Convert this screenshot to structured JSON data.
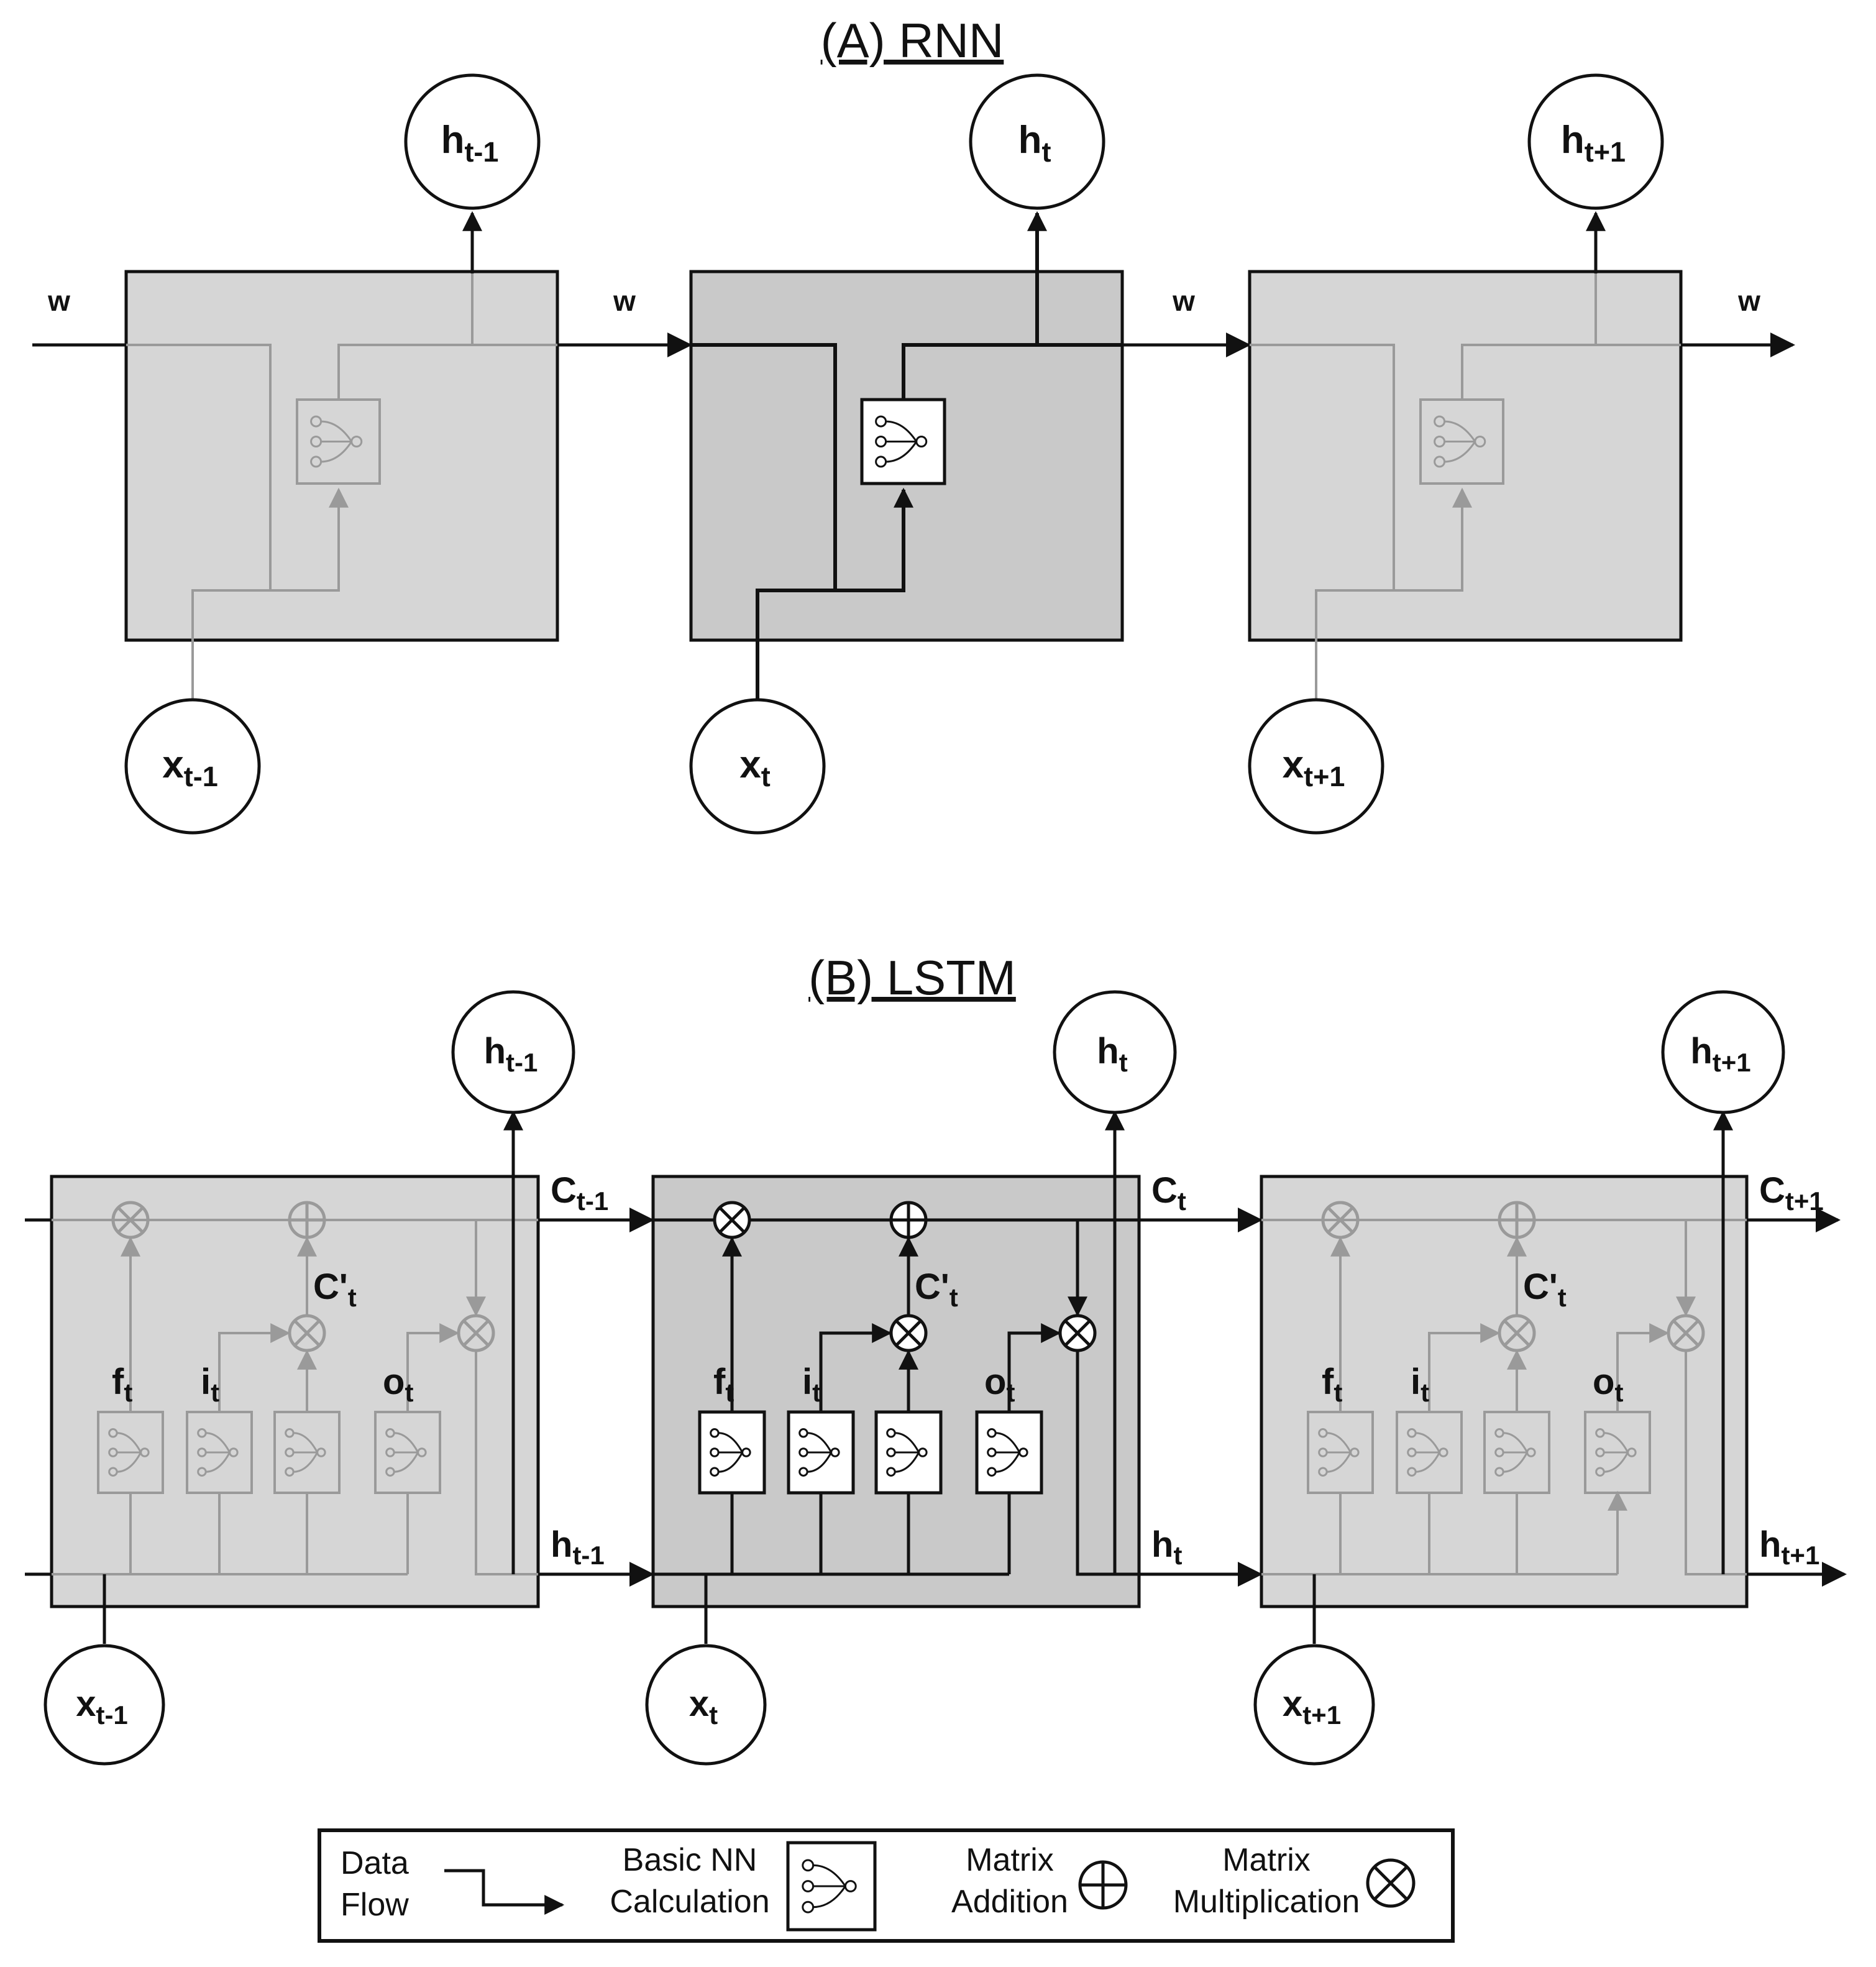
{
  "title_a": "(A) RNN",
  "title_b": "(B) LSTM",
  "rnn": {
    "weight_label": "w",
    "cells": [
      {
        "state": "inactive",
        "h": "h",
        "h_sub": "t-1",
        "x": "x",
        "x_sub": "t-1"
      },
      {
        "state": "active",
        "h": "h",
        "h_sub": "t",
        "x": "x",
        "x_sub": "t"
      },
      {
        "state": "inactive",
        "h": "h",
        "h_sub": "t+1",
        "x": "x",
        "x_sub": "t+1"
      }
    ]
  },
  "lstm": {
    "gate_labels": {
      "f": "f",
      "i": "i",
      "o": "o",
      "sub": "t"
    },
    "candidate_label": "C'",
    "candidate_sub": "t",
    "cells": [
      {
        "state": "inactive",
        "h": "h",
        "h_sub": "t-1",
        "x": "x",
        "x_sub": "t-1",
        "c_out": "C",
        "c_out_sub": "t-1",
        "h_out": "h",
        "h_out_sub": "t-1"
      },
      {
        "state": "active",
        "h": "h",
        "h_sub": "t",
        "x": "x",
        "x_sub": "t",
        "c_out": "C",
        "c_out_sub": "t",
        "h_out": "h",
        "h_out_sub": "t"
      },
      {
        "state": "inactive",
        "h": "h",
        "h_sub": "t+1",
        "x": "x",
        "x_sub": "t+1",
        "c_out": "C",
        "c_out_sub": "t+1",
        "h_out": "h",
        "h_out_sub": "t+1"
      }
    ]
  },
  "legend": {
    "data_flow_1": "Data",
    "data_flow_2": "Flow",
    "nn_1": "Basic NN",
    "nn_2": "Calculation",
    "add_1": "Matrix",
    "add_2": "Addition",
    "mul_1": "Matrix",
    "mul_2": "Multiplication"
  },
  "colors": {
    "cell_inactive": "#d6d6d6",
    "cell_active": "#c9c9c9",
    "line_active": "#111111",
    "line_inactive": "#9a9a9a"
  }
}
